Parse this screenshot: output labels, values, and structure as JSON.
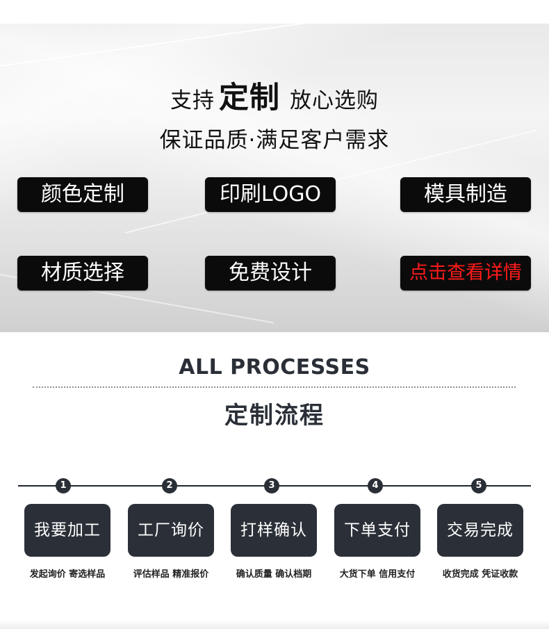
{
  "hero": {
    "line1_prefix": "支持",
    "line1_emphasis": "定制",
    "line1_suffix": "放心选购",
    "line2": "保证品质·满足客户需求",
    "tags": [
      {
        "label": "颜色定制"
      },
      {
        "label": "印刷LOGO"
      },
      {
        "label": "模具制造"
      },
      {
        "label": "材质选择"
      },
      {
        "label": "免费设计"
      },
      {
        "label": "点击查看详情"
      }
    ],
    "link_color": "#ff1a1a"
  },
  "process": {
    "title_en": "ALL PROCESSES",
    "title_cn": "定制流程",
    "steps": [
      {
        "number": "1",
        "label": "我要加工",
        "caption": "发起询价 寄选样品"
      },
      {
        "number": "2",
        "label": "工厂询价",
        "caption": "评估样品 精准报价"
      },
      {
        "number": "3",
        "label": "打样确认",
        "caption": "确认质量 确认档期"
      },
      {
        "number": "4",
        "label": "下单支付",
        "caption": "大货下单 信用支付"
      },
      {
        "number": "5",
        "label": "交易完成",
        "caption": "收货完成 凭证收款"
      }
    ]
  }
}
